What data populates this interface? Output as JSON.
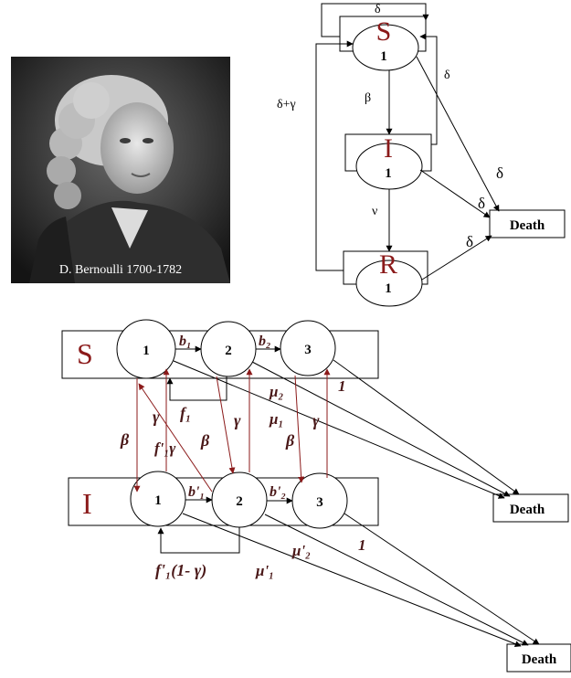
{
  "portrait": {
    "caption": "D. Bernoulli 1700-1782"
  },
  "model1": {
    "compartments": [
      {
        "letter": "S",
        "index": "1"
      },
      {
        "letter": "I",
        "index": "1"
      },
      {
        "letter": "R",
        "index": "1"
      }
    ],
    "death_label": "Death",
    "rates": {
      "top_loop": "δ",
      "left_loop": "δ+γ",
      "right_loop": "δ",
      "s_to_i": "β",
      "i_to_r": "ν",
      "s_death": "δ",
      "i_death": "δ",
      "r_death": "δ"
    }
  },
  "model2": {
    "rows": [
      {
        "letter": "S",
        "nodes": [
          "1",
          "2",
          "3"
        ]
      },
      {
        "letter": "I",
        "nodes": [
          "1",
          "2",
          "3"
        ]
      }
    ],
    "death_label": "Death",
    "rates": {
      "b1": "b₁",
      "b2": "b₂",
      "f1": "f₁",
      "mu2": "μ₂",
      "mu1": "μ₁",
      "gamma": "γ",
      "beta": "β",
      "one": "1",
      "fp1gamma": "f'₁γ",
      "bp1": "b'₁",
      "bp2": "b'₂",
      "fp1_1mg": "f'₁(1- γ)",
      "mup1": "μ'₁",
      "mup2": "μ'₂"
    }
  }
}
